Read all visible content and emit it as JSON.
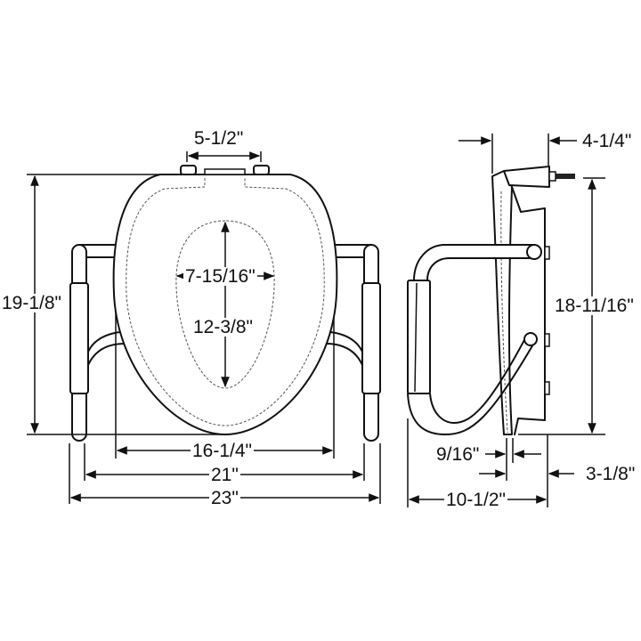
{
  "diagram": {
    "title": "Toilet seat with arms dimension drawing",
    "line_color": "#111111",
    "front_view": {
      "dimensions": {
        "hinge_spacing": "5-1/2\"",
        "overall_height": "19-1/8\"",
        "opening_width": "7-15/16\"",
        "opening_length": "12-3/8\"",
        "inner_arm_width": "16-1/4\"",
        "arm_width": "21\"",
        "overall_width": "23\""
      }
    },
    "side_view": {
      "dimensions": {
        "hinge_depth": "4-1/4\"",
        "seat_height": "18-11/16\"",
        "seat_thickness": "9/16\"",
        "rear_offset": "3-1/8\"",
        "overall_depth": "10-1/2\""
      }
    }
  }
}
